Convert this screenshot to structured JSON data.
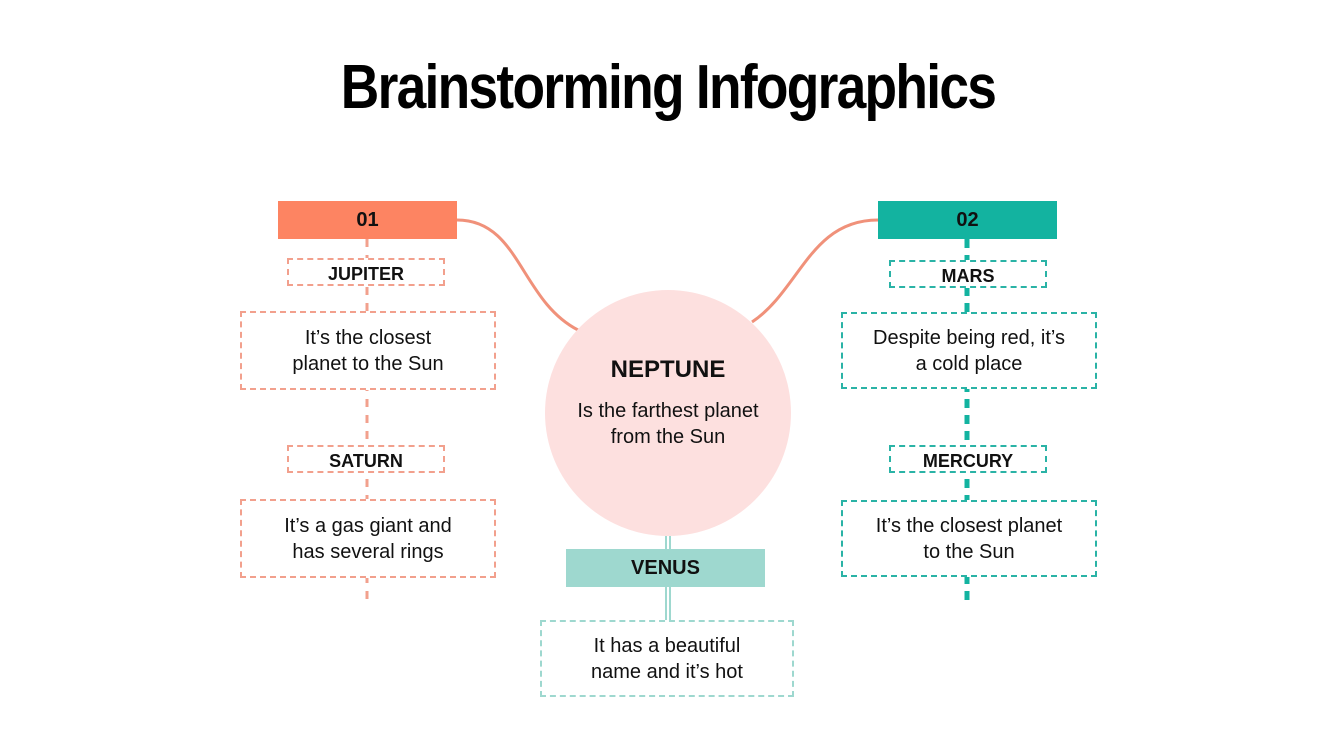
{
  "title": "Brainstorming Infographics",
  "colors": {
    "orange": "#fd8462",
    "teal": "#13b3a0",
    "venus": "#9ed8cf",
    "circle": "#fde0df"
  },
  "left": {
    "number": "01",
    "items": [
      {
        "name": "JUPITER",
        "text": "It’s the closest planet to the Sun"
      },
      {
        "name": "SATURN",
        "text": "It’s a gas giant and has several rings"
      }
    ]
  },
  "right": {
    "number": "02",
    "items": [
      {
        "name": "MARS",
        "text": "Despite being red, it’s a cold place"
      },
      {
        "name": "MERCURY",
        "text": "It’s the closest planet to the Sun"
      }
    ]
  },
  "center": {
    "name": "NEPTUNE",
    "text": "Is the farthest planet from the Sun"
  },
  "bottom": {
    "name": "VENUS",
    "text": "It has a beautiful name and it’s hot"
  }
}
